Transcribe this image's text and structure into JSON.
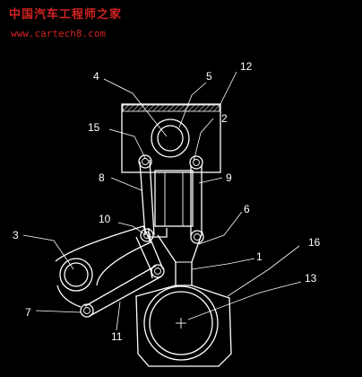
{
  "watermark": {
    "title": "中国汽车工程师之家",
    "url": "www.cartech8.com"
  },
  "labels": [
    "1",
    "2",
    "3",
    "4",
    "5",
    "6",
    "7",
    "8",
    "9",
    "10",
    "11",
    "12",
    "13",
    "15",
    "16"
  ],
  "colors": {
    "background": "#000000",
    "lines": "#ffffff",
    "watermark": "#d22222"
  }
}
